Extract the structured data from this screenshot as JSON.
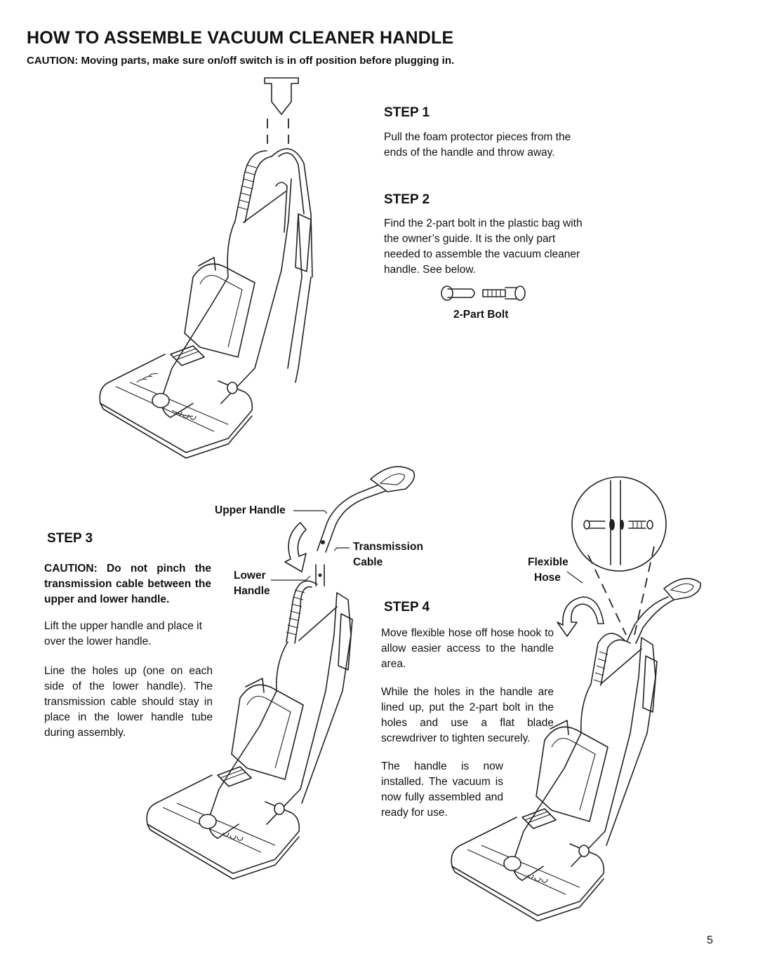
{
  "page": {
    "title": "HOW TO ASSEMBLE VACUUM CLEANER HANDLE",
    "caution": "CAUTION:  Moving parts, make sure on/off switch is in off position before plugging in.",
    "page_number": "5"
  },
  "step1": {
    "heading": "STEP 1",
    "text": "Pull the foam protector pieces from the ends of the handle and throw away."
  },
  "step2": {
    "heading": "STEP 2",
    "text": "Find the 2-part bolt in the plastic bag with the owner’s guide. It is the only part needed to assemble the vacuum cleaner handle.  See below.",
    "bolt_label": "2-Part Bolt"
  },
  "step3": {
    "heading": "STEP 3",
    "caution": "CAUTION: Do not pinch the transmission cable between the upper and lower handle.",
    "text1": "Lift the upper handle and place it over the lower handle.",
    "text2": "Line the holes up (one on each side of the lower handle). The transmission cable should stay in place in the lower handle tube during assembly.",
    "labels": {
      "upper_handle": "Upper Handle",
      "transmission": "Transmission",
      "cable": "Cable",
      "lower": "Lower",
      "handle": "Handle"
    }
  },
  "step4": {
    "heading": "STEP 4",
    "text1": "Move flexible hose off hose hook to allow easier access to the handle area.",
    "text2": "While the holes in the handle are lined up, put the 2-part bolt in the holes and use a flat blade screwdriver to tighten securely.",
    "text3": "The handle is now installed. The vacuum is now fully assembled and ready for use.",
    "labels": {
      "flexible": "Flexible",
      "hose": "Hose"
    }
  }
}
